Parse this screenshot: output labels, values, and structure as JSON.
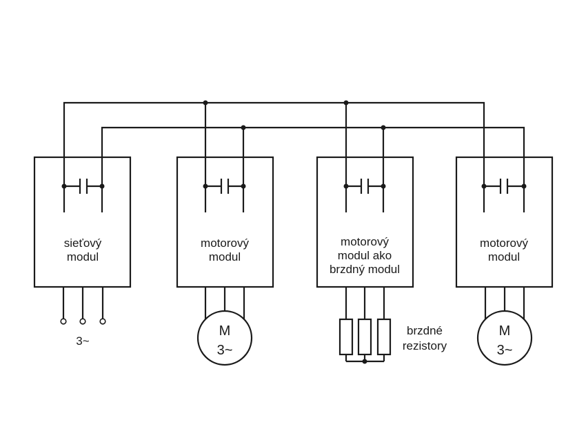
{
  "modules": [
    {
      "id": "network",
      "lines": [
        "sieťový",
        "modul"
      ]
    },
    {
      "id": "motor1",
      "lines": [
        "motorový",
        "modul"
      ]
    },
    {
      "id": "brake",
      "lines": [
        "motorový",
        "modul ako",
        "brzdný modul"
      ]
    },
    {
      "id": "motor2",
      "lines": [
        "motorový",
        "modul"
      ]
    }
  ],
  "supply_label": "3~",
  "motor_labels": {
    "letter": "M",
    "phase": "3~"
  },
  "resistor_label": [
    "brzdné",
    "rezistory"
  ]
}
